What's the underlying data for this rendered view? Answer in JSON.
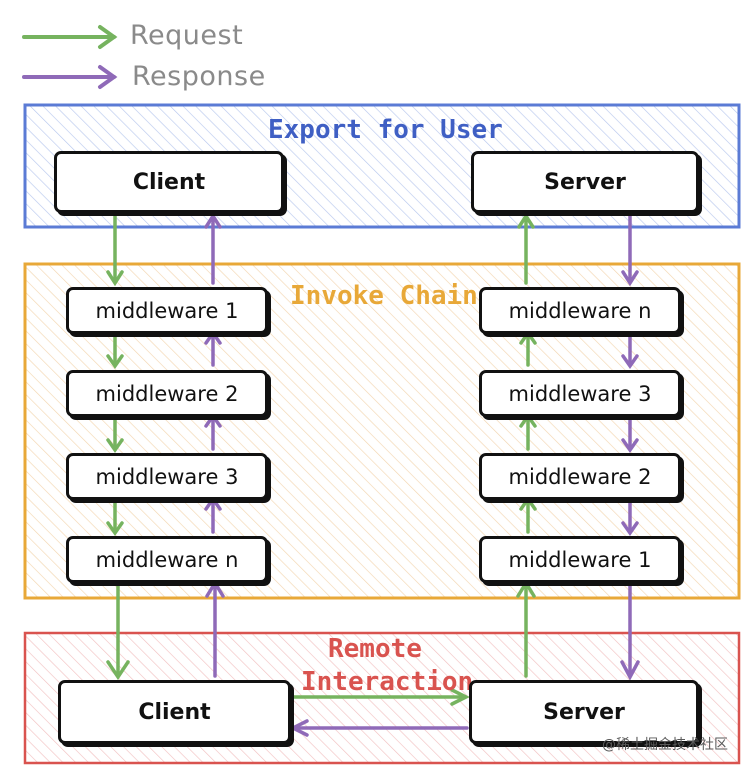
{
  "legend": {
    "request_label": "Request",
    "response_label": "Response",
    "request_color": "#76b35f",
    "response_color": "#8f6ab8"
  },
  "regions": {
    "user": {
      "title": "Export for User",
      "color": "#5b7bd5"
    },
    "chain": {
      "title": "Invoke Chain",
      "color": "#e8a838"
    },
    "remote": {
      "title_line1": "Remote",
      "title_line2": "Interaction",
      "color": "#d9534f"
    }
  },
  "client": {
    "top_label": "Client",
    "middlewares": [
      "middleware 1",
      "middleware 2",
      "middleware 3",
      "middleware n"
    ],
    "bottom_label": "Client"
  },
  "server": {
    "top_label": "Server",
    "middlewares": [
      "middleware n",
      "middleware 3",
      "middleware 2",
      "middleware 1"
    ],
    "bottom_label": "Server"
  },
  "watermark": "@稀土掘金技术社区"
}
